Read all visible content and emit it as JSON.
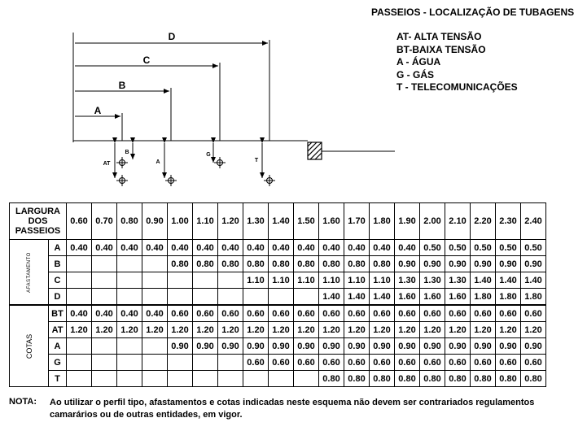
{
  "title": "PASSEIOS - LOCALIZAÇÃO DE TUBAGENS",
  "legend": [
    "AT- ALTA TENSÃO",
    "BT-BAIXA TENSÃO",
    "A - ÁGUA",
    "G - GÁS",
    "T - TELECOMUNICAÇÕES"
  ],
  "dimensions": [
    "D",
    "C",
    "B",
    "A"
  ],
  "pipes": [
    "AT",
    "B",
    "A",
    "G",
    "T"
  ],
  "table": {
    "caption": [
      "LARGURA",
      "DOS",
      "PASSEIOS"
    ],
    "widths": [
      "0.60",
      "0.70",
      "0.80",
      "0.90",
      "1.00",
      "1.10",
      "1.20",
      "1.30",
      "1.40",
      "1.50",
      "1.60",
      "1.70",
      "1.80",
      "1.90",
      "2.00",
      "2.10",
      "2.20",
      "2.30",
      "2.40"
    ],
    "groups": [
      {
        "name": "AFASTAMENTO",
        "rows": [
          {
            "label": "A",
            "cells": [
              "0.40",
              "0.40",
              "0.40",
              "0.40",
              "0.40",
              "0.40",
              "0.40",
              "0.40",
              "0.40",
              "0.40",
              "0.40",
              "0.40",
              "0.40",
              "0.40",
              "0.50",
              "0.50",
              "0.50",
              "0.50",
              "0.50"
            ]
          },
          {
            "label": "B",
            "cells": [
              "",
              "",
              "",
              "",
              "0.80",
              "0.80",
              "0.80",
              "0.80",
              "0.80",
              "0.80",
              "0.80",
              "0.80",
              "0.80",
              "0.90",
              "0.90",
              "0.90",
              "0.90",
              "0.90",
              "0.90"
            ]
          },
          {
            "label": "C",
            "cells": [
              "",
              "",
              "",
              "",
              "",
              "",
              "",
              "1.10",
              "1.10",
              "1.10",
              "1.10",
              "1.10",
              "1.10",
              "1.30",
              "1.30",
              "1.30",
              "1.40",
              "1.40",
              "1.40"
            ]
          },
          {
            "label": "D",
            "cells": [
              "",
              "",
              "",
              "",
              "",
              "",
              "",
              "",
              "",
              "",
              "1.40",
              "1.40",
              "1.40",
              "1.60",
              "1.60",
              "1.60",
              "1.80",
              "1.80",
              "1.80"
            ]
          }
        ]
      },
      {
        "name": "COTAS",
        "rows": [
          {
            "label": "BT",
            "cells": [
              "0.40",
              "0.40",
              "0.40",
              "0.40",
              "0.60",
              "0.60",
              "0.60",
              "0.60",
              "0.60",
              "0.60",
              "0.60",
              "0.60",
              "0.60",
              "0.60",
              "0.60",
              "0.60",
              "0.60",
              "0.60",
              "0.60"
            ]
          },
          {
            "label": "AT",
            "cells": [
              "1.20",
              "1.20",
              "1.20",
              "1.20",
              "1.20",
              "1.20",
              "1.20",
              "1.20",
              "1.20",
              "1.20",
              "1.20",
              "1.20",
              "1.20",
              "1.20",
              "1.20",
              "1.20",
              "1.20",
              "1.20",
              "1.20"
            ]
          },
          {
            "label": "A",
            "cells": [
              "",
              "",
              "",
              "",
              "0.90",
              "0.90",
              "0.90",
              "0.90",
              "0.90",
              "0.90",
              "0.90",
              "0.90",
              "0.90",
              "0.90",
              "0.90",
              "0.90",
              "0.90",
              "0.90",
              "0.90"
            ]
          },
          {
            "label": "G",
            "cells": [
              "",
              "",
              "",
              "",
              "",
              "",
              "",
              "0.60",
              "0.60",
              "0.60",
              "0.60",
              "0.60",
              "0.60",
              "0.60",
              "0.60",
              "0.60",
              "0.60",
              "0.60",
              "0.60"
            ]
          },
          {
            "label": "T",
            "cells": [
              "",
              "",
              "",
              "",
              "",
              "",
              "",
              "",
              "",
              "",
              "0.80",
              "0.80",
              "0.80",
              "0.80",
              "0.80",
              "0.80",
              "0.80",
              "0.80",
              "0.80"
            ]
          }
        ]
      }
    ]
  },
  "note": {
    "label": "NOTA:",
    "lines": [
      "Ao utilizar o perfil tipo, afastamentos e cotas indicadas neste esquema não devem ser contrariados regulamentos",
      "camarários ou de outras entidades, em vigor."
    ]
  }
}
